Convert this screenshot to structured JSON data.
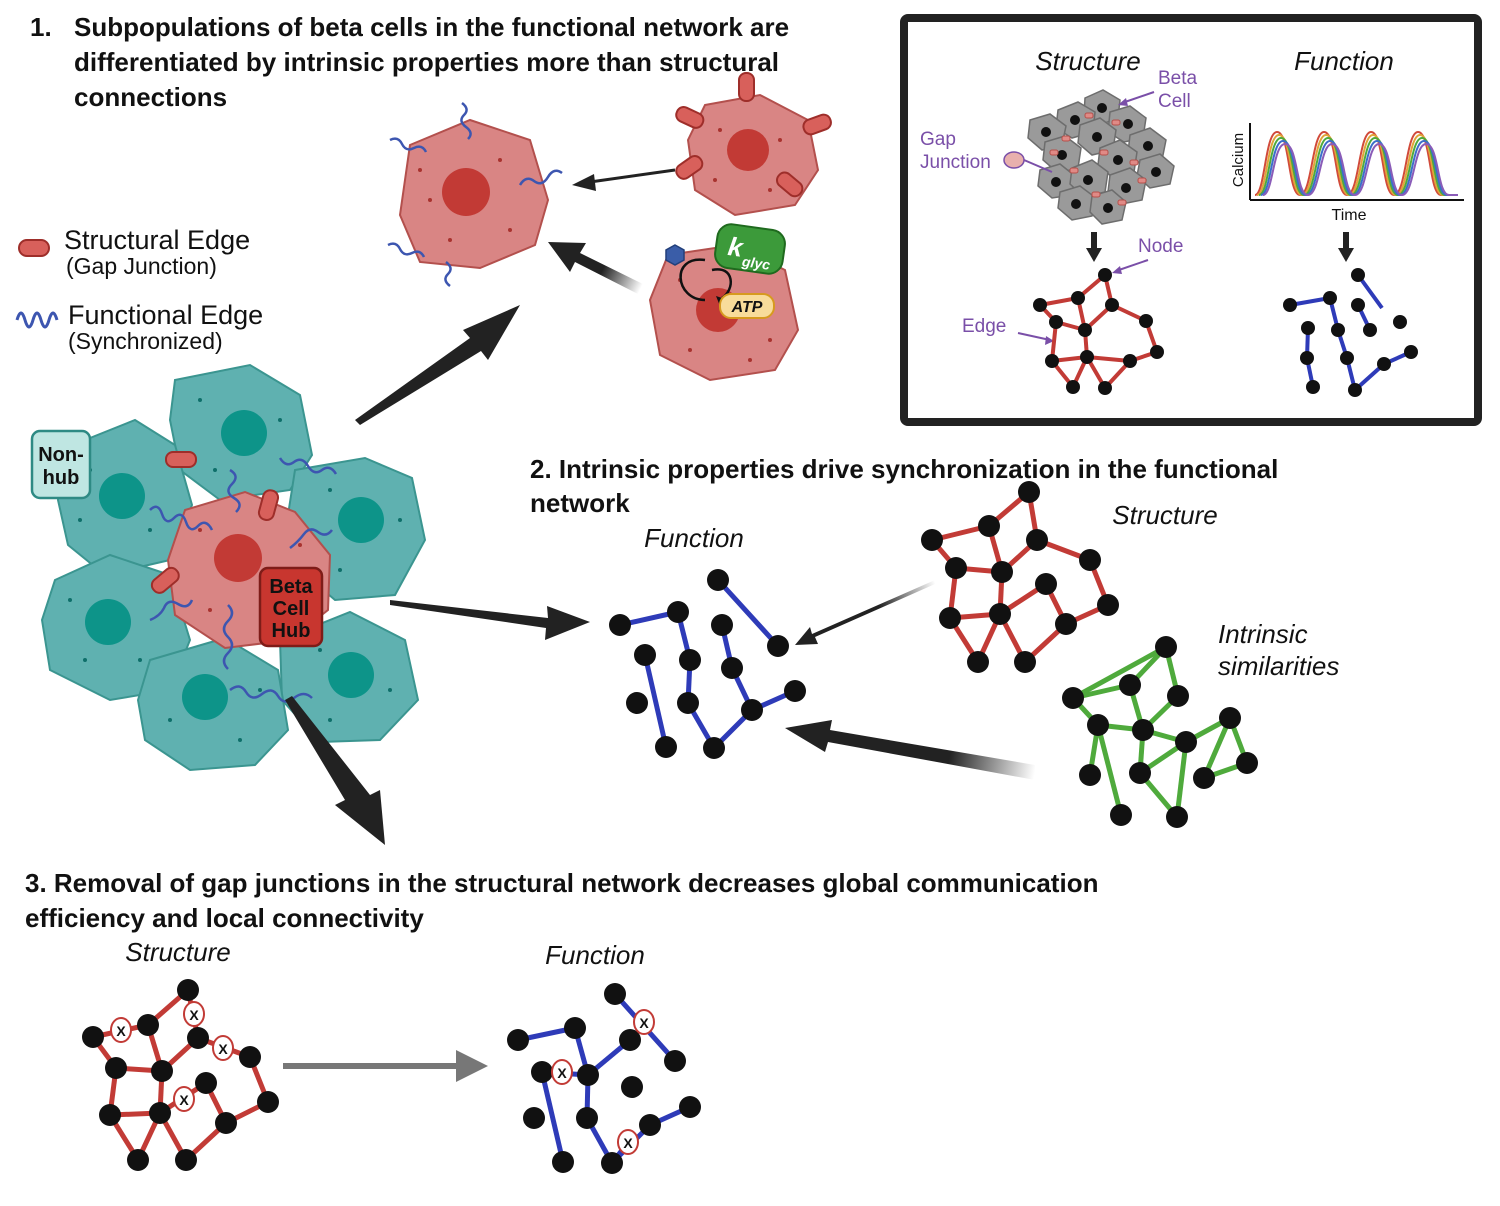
{
  "section1": {
    "number": "1.",
    "lines": [
      "Subpopulations of beta cells in the functional network are",
      "differentiated by intrinsic properties more than structural",
      "connections"
    ]
  },
  "section2": {
    "lines": [
      "2. Intrinsic properties drive synchronization in the functional",
      "network"
    ]
  },
  "section3": {
    "lines": [
      "3. Removal of gap junctions in the structural network decreases global communication",
      "efficiency and local connectivity"
    ]
  },
  "legend": {
    "structural_title": "Structural Edge",
    "structural_sub": "(Gap Junction)",
    "functional_title": "Functional Edge",
    "functional_sub": "(Synchronized)"
  },
  "cluster": {
    "nonhub_line1": "Non-",
    "nonhub_line2": "hub",
    "hub_line1": "Beta",
    "hub_line2": "Cell",
    "hub_line3": "Hub"
  },
  "intrinsic_cell": {
    "kglyc_k": "k",
    "kglyc_sub": "glyc",
    "atp": "ATP"
  },
  "inset": {
    "structure_title": "Structure",
    "function_title": "Function",
    "beta_line1": "Beta",
    "beta_line2": "Cell",
    "gap_line1": "Gap",
    "gap_line2": "Junction",
    "node_label": "Node",
    "edge_label": "Edge",
    "y_axis": "Calcium",
    "x_axis": "Time"
  },
  "panel2": {
    "function_label": "Function",
    "structure_label": "Structure",
    "intrinsic_line1": "Intrinsic",
    "intrinsic_line2": "similarities"
  },
  "panel3": {
    "structure_label": "Structure",
    "function_label": "Function"
  },
  "colors": {
    "structural_edge": "#c23b36",
    "functional_edge": "#2e3bb8",
    "intrinsic_edge": "#4faa3c",
    "node": "#111111",
    "teal_cell": "#5fb1b0",
    "beta_cell": "#d98584",
    "nucleus_red": "#c23a35",
    "nucleus_teal": "#0d9489",
    "inset_purple": "#7a4fa8"
  }
}
